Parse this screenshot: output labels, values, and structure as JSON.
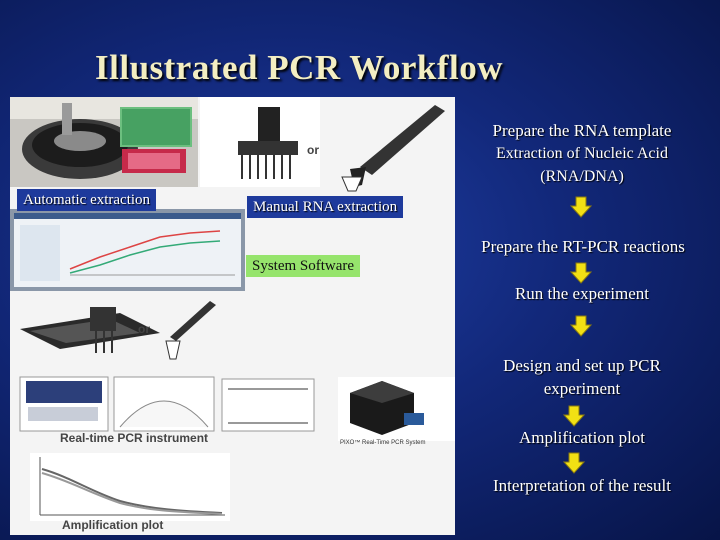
{
  "slide": {
    "title": "Illustrated PCR Workflow"
  },
  "labels": {
    "automatic": "Automatic extraction",
    "manual": "Manual RNA extraction",
    "software": "System Software"
  },
  "image_text": {
    "or_top": "or",
    "or_mid": "or",
    "instrument": "Real-time PCR instrument",
    "system": "PIXO™ Real-Time PCR System",
    "amplification": "Amplification plot"
  },
  "steps": [
    {
      "text": "Prepare the RNA template"
    },
    {
      "text": "Extraction of Nucleic Acid"
    },
    {
      "text": "(RNA/DNA)"
    },
    {
      "text": "Prepare the RT-PCR reactions"
    },
    {
      "text": "Run the experiment"
    },
    {
      "text": "Design and set up PCR"
    },
    {
      "text": "experiment"
    },
    {
      "text": "Amplification plot"
    },
    {
      "text": "Interpretation of the result"
    }
  ],
  "colors": {
    "title": "#f3eec2",
    "arrow_fill": "#f2e014",
    "label_blue": "#1e3a9c",
    "label_green": "#96e46c"
  }
}
